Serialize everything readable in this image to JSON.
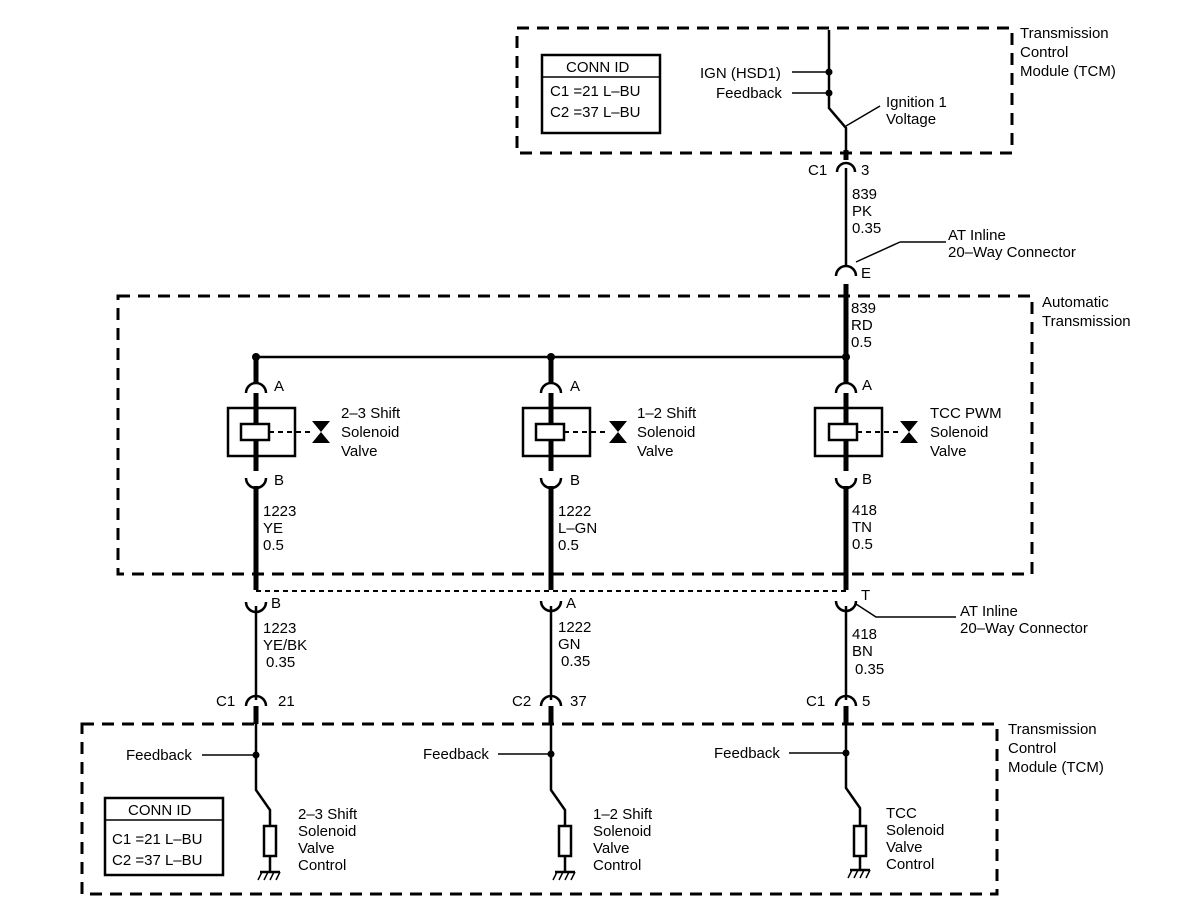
{
  "tcm_top": {
    "title_lines": [
      "Transmission",
      "Control",
      "Module (TCM)"
    ],
    "conn_id": {
      "header": "CONN ID",
      "rows": [
        "C1 =21 L–BU",
        "C2 =37 L–BU"
      ]
    },
    "ign_label": "IGN (HSD1)",
    "feedback_label": "Feedback",
    "ign_voltage_lines": [
      "Ignition 1",
      "Voltage"
    ],
    "conn_name": "C1",
    "pin": "3"
  },
  "wire_top": {
    "circuit": "839",
    "color": "PK",
    "size": "0.35"
  },
  "inline_top": {
    "label_lines": [
      "AT Inline",
      "20–Way Connector"
    ],
    "pin": "E"
  },
  "automatic_transmission": {
    "title_lines": [
      "Automatic",
      "Transmission"
    ],
    "wire": {
      "circuit": "839",
      "color": "RD",
      "size": "0.5"
    },
    "solenoids": [
      {
        "name_lines": [
          "2–3 Shift",
          "Solenoid",
          "Valve"
        ],
        "pin_a": "A",
        "pin_b": "B",
        "circuit": "1223",
        "color": "YE",
        "size": "0.5"
      },
      {
        "name_lines": [
          "1–2 Shift",
          "Solenoid",
          "Valve"
        ],
        "pin_a": "A",
        "pin_b": "B",
        "circuit": "1222",
        "color": "L–GN",
        "size": "0.5"
      },
      {
        "name_lines": [
          "TCC PWM",
          "Solenoid",
          "Valve"
        ],
        "pin_a": "A",
        "pin_b": "B",
        "circuit": "418",
        "color": "TN",
        "size": "0.5"
      }
    ]
  },
  "inline_bottom": {
    "label_lines": [
      "AT Inline",
      "20–Way Connector"
    ],
    "pins": [
      "B",
      "A",
      "T"
    ]
  },
  "lower_wires": [
    {
      "circuit": "1223",
      "color": "YE/BK",
      "size": "0.35",
      "conn": "C1",
      "pin": "21"
    },
    {
      "circuit": "1222",
      "color": "GN",
      "size": "0.35",
      "conn": "C2",
      "pin": "37"
    },
    {
      "circuit": "418",
      "color": "BN",
      "size": "0.35",
      "conn": "C1",
      "pin": "5"
    }
  ],
  "tcm_bottom": {
    "title_lines": [
      "Transmission",
      "Control",
      "Module (TCM)"
    ],
    "conn_id": {
      "header": "CONN ID",
      "rows": [
        "C1 =21 L–BU",
        "C2 =37 L–BU"
      ]
    },
    "feedback_label": "Feedback",
    "controls": [
      {
        "name_lines": [
          "2–3 Shift",
          "Solenoid",
          "Valve",
          "Control"
        ]
      },
      {
        "name_lines": [
          "1–2 Shift",
          "Solenoid",
          "Valve",
          "Control"
        ]
      },
      {
        "name_lines": [
          "TCC",
          "Solenoid",
          "Valve",
          "Control"
        ]
      }
    ]
  }
}
